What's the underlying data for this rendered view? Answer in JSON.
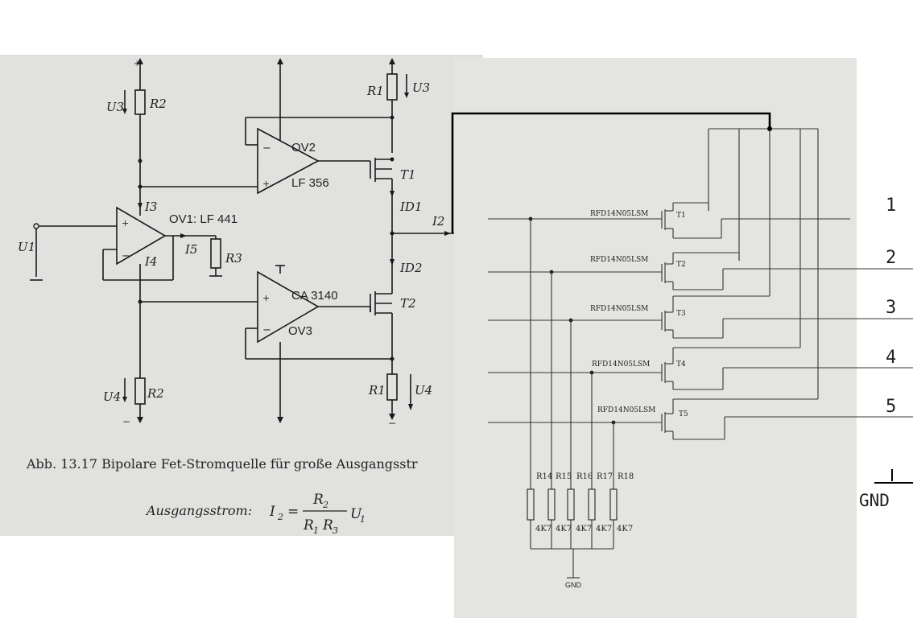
{
  "left_schematic": {
    "resistors": {
      "r2_top": "R2",
      "r1_top": "R1",
      "r3": "R3",
      "r2_bottom": "R2",
      "r1_bottom": "R1"
    },
    "voltages": {
      "u3_left": "U3",
      "u3_right": "U3",
      "u1": "U1",
      "u4_left": "U4",
      "u4_right": "U4"
    },
    "currents": {
      "i3": "I3",
      "i4": "I4",
      "i5": "I5",
      "id1": "ID1",
      "id2": "ID2",
      "i2": "I2"
    },
    "opamps": {
      "ov2": "OV2",
      "ov2_part": "LF 356",
      "ov1": "OV1: LF 441",
      "ov3": "OV3",
      "ov3_part": "CA 3140"
    },
    "transistors": {
      "t1": "T1",
      "t2": "T2"
    },
    "caption": "Abb. 13.17 Bipolare Fet-Stromquelle für große Ausgangsstr",
    "formula": {
      "label": "Ausgangsstrom:",
      "lhs": "I",
      "lhs_sub": "2",
      "num": "R",
      "num_sub": "2",
      "den_a": "R",
      "den_a_sub": "1",
      "den_b": "R",
      "den_b_sub": "3",
      "factor": "U",
      "factor_sub": "1"
    }
  },
  "right_schematic": {
    "mosfets": [
      {
        "part": "RFD14N05LSM",
        "name": "T1"
      },
      {
        "part": "RFD14N05LSM",
        "name": "T2"
      },
      {
        "part": "RFD14N05LSM",
        "name": "T3"
      },
      {
        "part": "RFD14N05LSM",
        "name": "T4"
      },
      {
        "part": "RFD14N05LSM",
        "name": "T5"
      }
    ],
    "resistors": [
      {
        "name": "R14",
        "value": "4K7"
      },
      {
        "name": "R15",
        "value": "4K7"
      },
      {
        "name": "R16",
        "value": "4K7"
      },
      {
        "name": "R17",
        "value": "4K7"
      },
      {
        "name": "R18",
        "value": "4K7"
      }
    ],
    "gnd_label": "GND"
  },
  "outputs": [
    "1",
    "2",
    "3",
    "4",
    "5"
  ],
  "gnd_main": "GND",
  "colors": {
    "left_paper": "#e1e2df",
    "right_paper": "#e4e5e1",
    "ink": "#1a1a1a",
    "overlay_wire": "#000000"
  }
}
